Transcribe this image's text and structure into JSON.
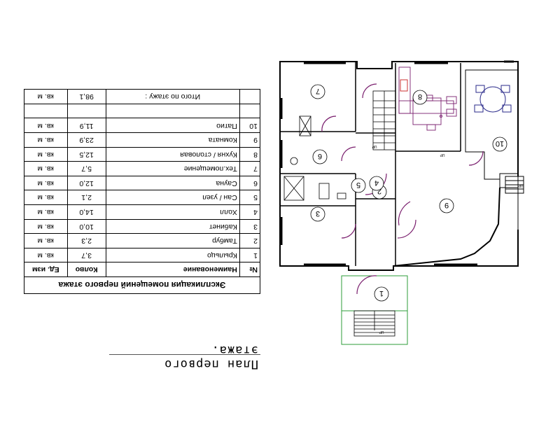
{
  "plan_title": "План первого этажа.",
  "table": {
    "caption": "Экспликация помещений первого этажа",
    "headers": {
      "no": "№",
      "name": "Наименование",
      "qty": "Колво",
      "unit": "Ед. изм"
    },
    "rows": [
      {
        "no": "1",
        "name": "Крыльцо",
        "qty": "3,7",
        "unit": "кв. м"
      },
      {
        "no": "2",
        "name": "Тамбур",
        "qty": "2,3",
        "unit": "кв. м"
      },
      {
        "no": "3",
        "name": "Кабинет",
        "qty": "10,0",
        "unit": "кв. м"
      },
      {
        "no": "4",
        "name": "Холл",
        "qty": "14,0",
        "unit": "кв. м"
      },
      {
        "no": "5",
        "name": "Сан / узел",
        "qty": "2,1",
        "unit": "кв. м"
      },
      {
        "no": "6",
        "name": "Сауна",
        "qty": "12,0",
        "unit": "кв. м"
      },
      {
        "no": "7",
        "name": "Тех.помещение",
        "qty": "5,7",
        "unit": "кв. м"
      },
      {
        "no": "8",
        "name": "Кухня / столовая",
        "qty": "12,5",
        "unit": "кв. м"
      },
      {
        "no": "9",
        "name": "Комната",
        "qty": "23,9",
        "unit": "кв. м"
      },
      {
        "no": "10",
        "name": "Патио",
        "qty": "11,9",
        "unit": "кв. м"
      }
    ],
    "total": {
      "name": "Итого по этажу :",
      "qty": "98,1",
      "unit": "кв. м"
    }
  },
  "plan": {
    "rooms": [
      {
        "no": "1"
      },
      {
        "no": "2"
      },
      {
        "no": "3"
      },
      {
        "no": "4"
      },
      {
        "no": "5"
      },
      {
        "no": "6"
      },
      {
        "no": "7"
      },
      {
        "no": "8"
      },
      {
        "no": "9"
      },
      {
        "no": "10"
      }
    ],
    "stair_label": "UP",
    "colors": {
      "wall": "#000000",
      "door": "#7a1f6e",
      "stove": "#cc3333",
      "porch": "#2e9e3a",
      "furniture": "#2a2a8a"
    }
  }
}
